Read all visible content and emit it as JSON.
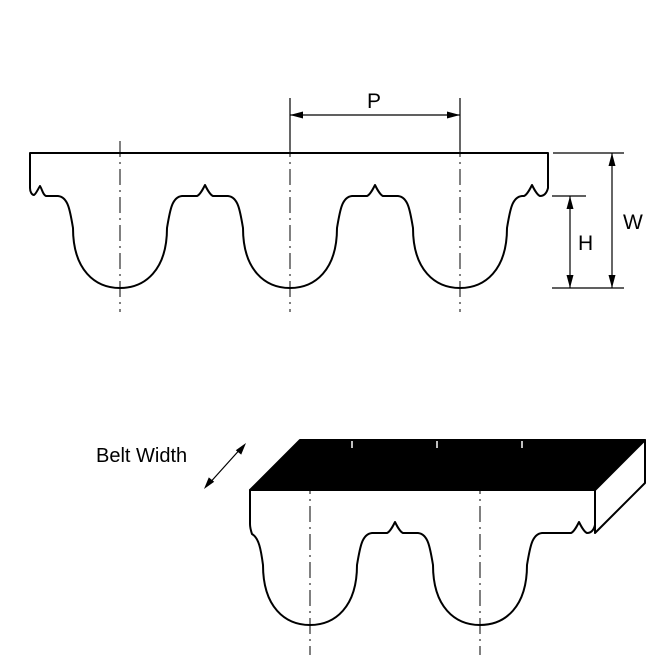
{
  "labels": {
    "pitch": "P",
    "overall_depth": "W",
    "tooth_height": "H",
    "belt_width": "Belt Width"
  },
  "colors": {
    "line": "#000000",
    "belt_fill": "#ffffff",
    "top_face": "#000000",
    "background": "#ffffff"
  }
}
